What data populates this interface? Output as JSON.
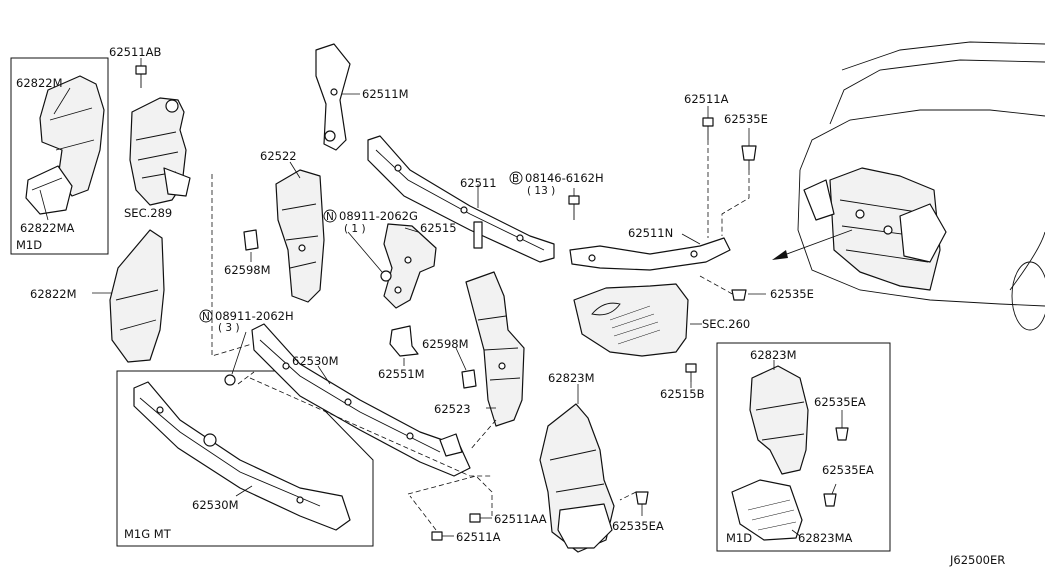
{
  "labels": {
    "p62511AB": "62511AB",
    "p62822M_m1d": "62822M",
    "p62822MA": "62822MA",
    "m1d_left": "M1D",
    "sec289": "SEC.289",
    "p62822M": "62822M",
    "p62511M": "62511M",
    "p62522": "62522",
    "p62598M_a": "62598M",
    "n08911_a": "08911-2062G",
    "n08911_a_qty": "( 1 )",
    "p62515": "62515",
    "p62511": "62511",
    "b08146": "08146-6162H",
    "b08146_qty": "( 13 )",
    "p62511A_top": "62511A",
    "p62535E_top": "62535E",
    "p62511N": "62511N",
    "p62535E_mid": "62535E",
    "sec260": "SEC.260",
    "n08911_b": "08911-2062H",
    "n08911_b_qty": "( 3 )",
    "p62530M": "62530M",
    "p62551M": "62551M",
    "p62598M_b": "62598M",
    "p62523": "62523",
    "p62823M": "62823M",
    "p62515B": "62515B",
    "p62823M_m1d": "62823M",
    "p62535EA_a": "62535EA",
    "p62535EA_b": "62535EA",
    "p62823MA": "62823MA",
    "m1d_right": "M1D",
    "p62530M_m1g": "62530M",
    "m1g_mt": "M1G MT",
    "p62511AA": "62511AA",
    "p62511A_bot": "62511A",
    "p62535EA_c": "62535EA",
    "diagram_code": "J62500ER"
  },
  "symbols": {
    "n_symbol": "N",
    "b_symbol": "B"
  }
}
